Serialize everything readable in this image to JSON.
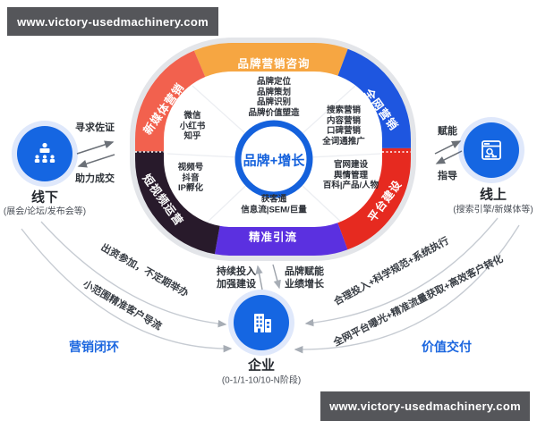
{
  "watermark": {
    "url": "www.victory-usedmachinery.com"
  },
  "ring": {
    "center_label": "品牌+增长",
    "segments": [
      {
        "id": "brand-consulting",
        "label": "品牌营销咨询",
        "color": "#F6A642"
      },
      {
        "id": "full-network-marketing",
        "label": "全网营销",
        "color": "#1E56E0"
      },
      {
        "id": "platform-building",
        "label": "平台建设",
        "color": "#E62A20"
      },
      {
        "id": "precise-traffic",
        "label": "精准引流",
        "color": "#5B30E0"
      },
      {
        "id": "short-video-ops",
        "label": "短视频运营",
        "color": "#281A2B"
      },
      {
        "id": "new-media-marketing",
        "label": "新媒体营销",
        "color": "#F2614E"
      }
    ],
    "inner": {
      "top": [
        "品牌定位",
        "品牌策划",
        "品牌识别",
        "品牌价值塑造"
      ],
      "left": [
        "微信",
        "小红书",
        "知乎"
      ],
      "right": [
        "搜索营销",
        "内容营销",
        "口碑营销",
        "全词通推广"
      ],
      "bottom_left": [
        "视频号",
        "抖音",
        "IP孵化"
      ],
      "bottom_right": [
        "官网建设",
        "舆情管理",
        "百科|产品/人物"
      ],
      "bottom": [
        "获客通",
        "信息流|SEM/巨量"
      ]
    }
  },
  "offline": {
    "label": "线下",
    "sub": "(展会/论坛/发布会等)",
    "arrow_top": "寻求佐证",
    "arrow_bottom": "助力成交"
  },
  "online": {
    "label": "线上",
    "sub": "(搜索引擎/新媒体等)",
    "arrow_top": "赋能",
    "arrow_bottom": "指导"
  },
  "enterprise": {
    "label": "企业",
    "sub": "(0-1/1-10/10-N阶段)",
    "left_note_line1": "持续投入",
    "left_note_line2": "加强建设",
    "right_note_line1": "品牌赋能",
    "right_note_line2": "业绩增长"
  },
  "flows": {
    "left_outer": "出资参加，不定期举办",
    "left_inner": "小范围精准客户导流",
    "right_inner": "合理投入+科学规范+系统执行",
    "right_outer": "全网平台曝光+精准流量获取+高效客户转化",
    "left_label": "营销闭环",
    "right_label": "价值交付"
  },
  "colors": {
    "accent_blue": "#1566E2",
    "center_border": "#1461DC",
    "ring_outline": "#E3E5E9",
    "watermark_bg": "#55565A",
    "flow_line": "#C6CBD2"
  }
}
